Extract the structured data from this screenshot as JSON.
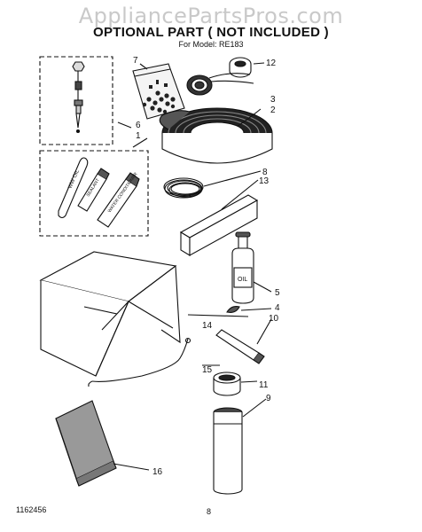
{
  "watermark": "AppliancePartsPros.com",
  "title": "OPTIONAL PART ( NOT INCLUDED )",
  "subtitle": "For Model: RE183",
  "footer": {
    "doc_number": "1162456",
    "page": "8"
  },
  "callouts": [
    "1",
    "2",
    "3",
    "4",
    "5",
    "6",
    "7",
    "8",
    "9",
    "10",
    "11",
    "12",
    "13",
    "14",
    "15",
    "16"
  ],
  "parts_text": {
    "oil_label": "OIL",
    "stick_label": "WW OIL",
    "tube_label_a": "SEALANT",
    "tube_label_b": "WATER CONDITIONER"
  }
}
